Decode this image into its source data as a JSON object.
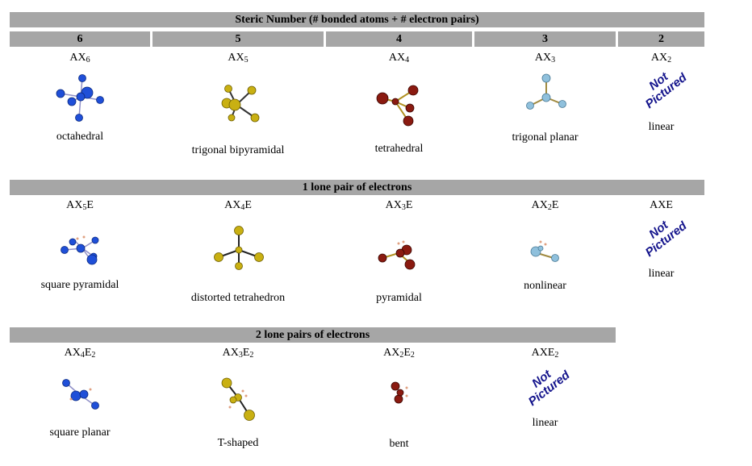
{
  "header": {
    "title": "Steric Number (# bonded atoms + # electron pairs)",
    "columns": [
      "6",
      "5",
      "4",
      "3",
      "2"
    ]
  },
  "rows": [
    {
      "title": "",
      "cells": [
        {
          "formula": "AX",
          "sub1": "6",
          "mid": "",
          "sub2": "",
          "shape": "octahedral",
          "color": "#1f4fd8"
        },
        {
          "formula": "AX",
          "sub1": "5",
          "mid": "",
          "sub2": "",
          "shape": "trigonal bipyramidal",
          "color": "#c9b012"
        },
        {
          "formula": "AX",
          "sub1": "4",
          "mid": "",
          "sub2": "",
          "shape": "tetrahedral",
          "color": "#8a1a10"
        },
        {
          "formula": "AX",
          "sub1": "3",
          "mid": "",
          "sub2": "",
          "shape": "trigonal planar",
          "color": "#8fc0dc"
        },
        {
          "formula": "AX",
          "sub1": "2",
          "mid": "",
          "sub2": "",
          "shape": "linear",
          "not_pictured": [
            "Not",
            "Pictured"
          ]
        }
      ]
    },
    {
      "title": "1 lone pair of electrons",
      "cells": [
        {
          "formula": "AX",
          "sub1": "5",
          "mid": "E",
          "sub2": "",
          "shape": "square pyramidal",
          "color": "#1f4fd8"
        },
        {
          "formula": "AX",
          "sub1": "4",
          "mid": "E",
          "sub2": "",
          "shape": "distorted tetrahedron",
          "color": "#c9b012"
        },
        {
          "formula": "AX",
          "sub1": "3",
          "mid": "E",
          "sub2": "",
          "shape": "pyramidal",
          "color": "#8a1a10"
        },
        {
          "formula": "AX",
          "sub1": "2",
          "mid": "E",
          "sub2": "",
          "shape": "nonlinear",
          "color": "#8fc0dc"
        },
        {
          "formula": "AXE",
          "sub1": "",
          "mid": "",
          "sub2": "",
          "shape": "linear",
          "not_pictured": [
            "Not",
            "Pictured"
          ]
        }
      ]
    },
    {
      "title": "2 lone pairs of electrons",
      "cells": [
        {
          "formula": "AX",
          "sub1": "4",
          "mid": "E",
          "sub2": "2",
          "shape": "square planar",
          "color": "#1f4fd8"
        },
        {
          "formula": "AX",
          "sub1": "3",
          "mid": "E",
          "sub2": "2",
          "shape": "T-shaped",
          "color": "#c9b012"
        },
        {
          "formula": "AX",
          "sub1": "2",
          "mid": "E",
          "sub2": "2",
          "shape": "bent",
          "color": "#8a1a10"
        },
        {
          "formula": "AXE",
          "sub1": "",
          "mid": "",
          "sub2": "2",
          "shape": "linear",
          "not_pictured": [
            "Not",
            "Pictured"
          ]
        }
      ]
    }
  ]
}
